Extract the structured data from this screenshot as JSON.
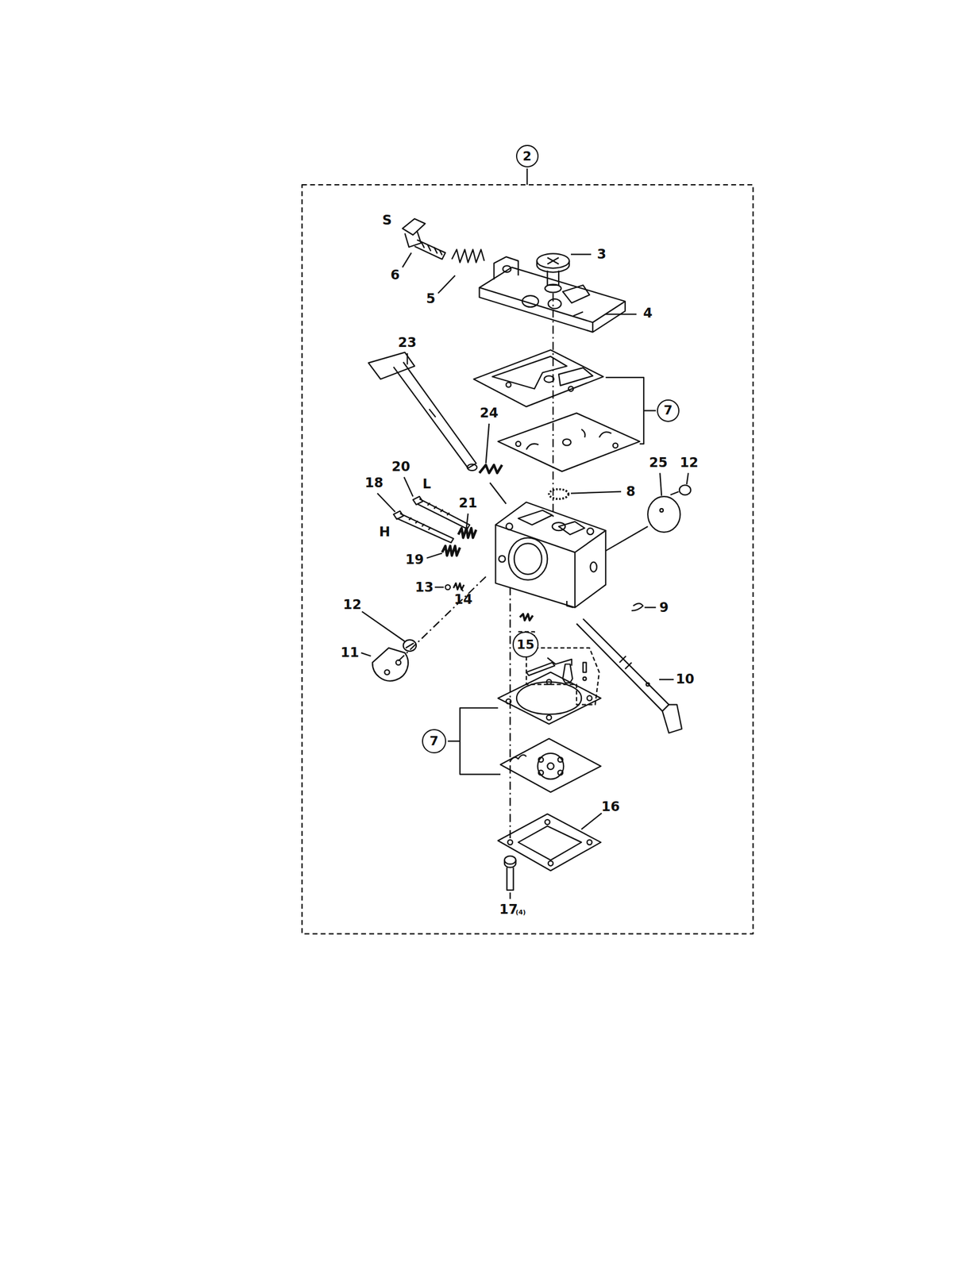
{
  "diagram": {
    "nodes": [
      {
        "text": [
          "2"
        ]
      },
      {
        "text": [
          "7"
        ]
      },
      {
        "text": [
          "15"
        ]
      },
      {
        "text": [
          "7"
        ]
      }
    ],
    "labels": [
      "S",
      "3",
      "6",
      "5",
      "4",
      "23",
      "24",
      "20",
      "L",
      "25",
      "12",
      "18",
      "8",
      "21",
      "H",
      "19",
      "13",
      "14",
      "12",
      "9",
      "11",
      "10",
      "16",
      "17",
      "(4)"
    ]
  }
}
